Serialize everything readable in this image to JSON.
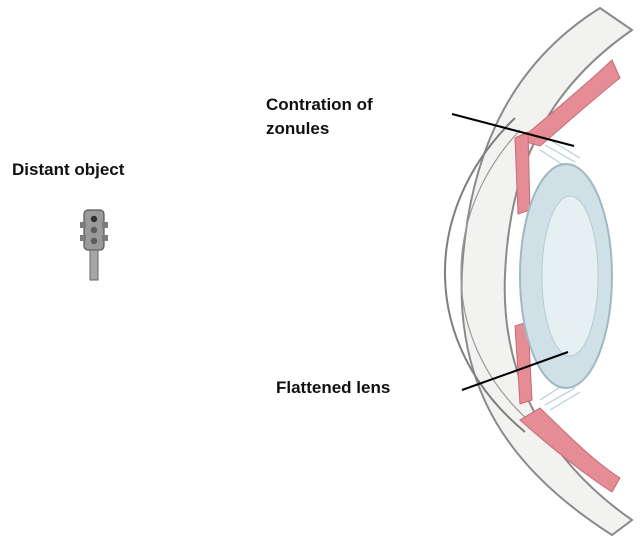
{
  "labels": {
    "object": "Distant object",
    "zonules_line1": "Contration of",
    "zonules_line2": "zonules",
    "lens": "Flattened  lens"
  },
  "icons": {
    "object": "traffic-light-icon"
  },
  "colors": {
    "ciliary_muscle": "#e58c95",
    "lens": "#cfe0e6",
    "outline": "#8a8a8a",
    "sclera_fill": "#f2f2f0"
  }
}
